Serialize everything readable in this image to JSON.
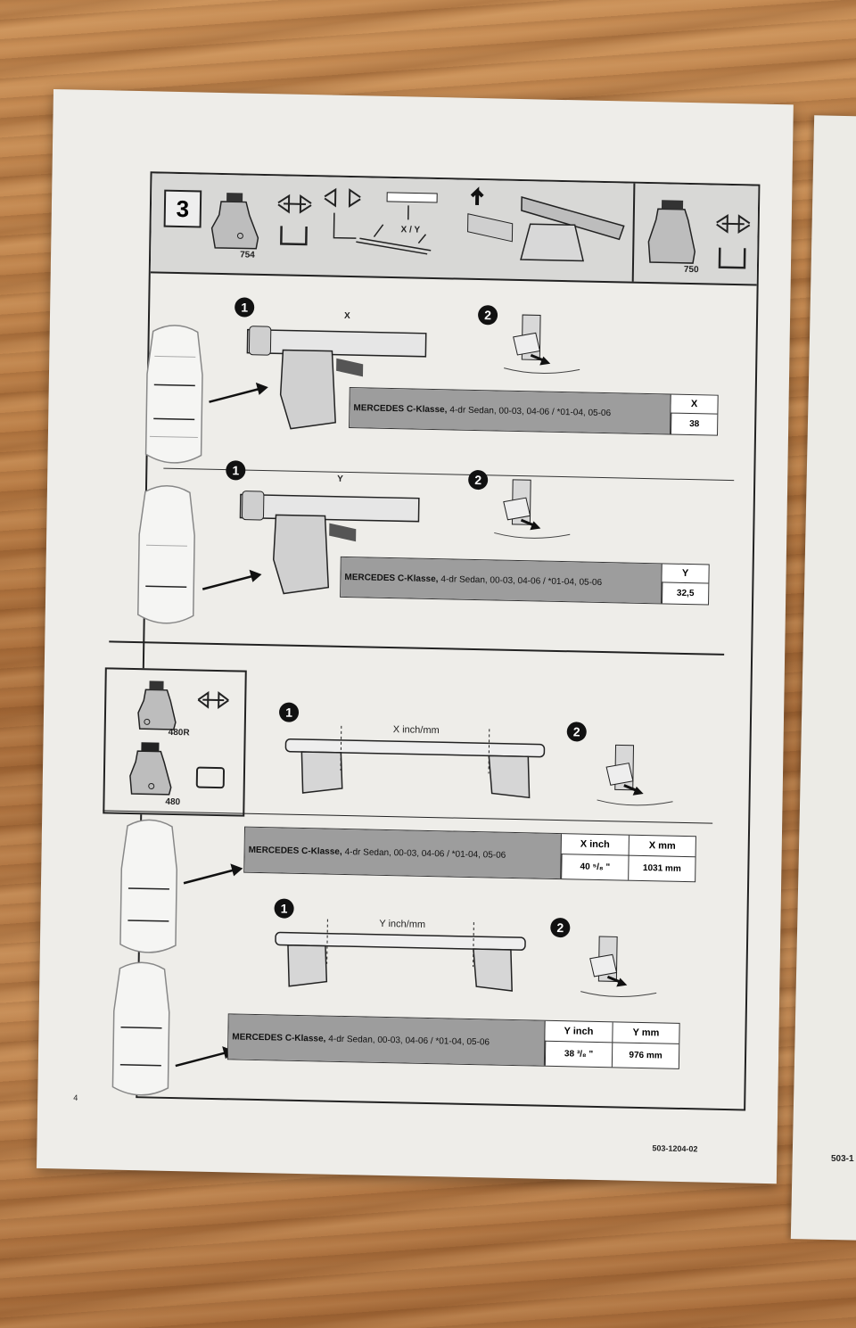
{
  "header": {
    "step": "3",
    "foot_left_label": "754",
    "foot_right_label": "750",
    "xy_label": "X / Y"
  },
  "section_a": {
    "step1": "1",
    "step2": "2",
    "x_marker": "X",
    "y_marker": "Y",
    "row_x": {
      "car_bold": "MERCEDES C-Klasse,",
      "car_rest": "4-dr Sedan, 00-03, 04-06 / *01-04, 05-06",
      "col_header": "X",
      "value": "38"
    },
    "row_y": {
      "car_bold": "MERCEDES C-Klasse,",
      "car_rest": "4-dr Sedan, 00-03, 04-06 / *01-04, 05-06",
      "col_header": "Y",
      "value": "32,5"
    }
  },
  "section_b": {
    "foot_top_label": "480R",
    "foot_bottom_label": "480",
    "step1": "1",
    "step2": "2",
    "x_bar_label": "X inch/mm",
    "y_bar_label": "Y inch/mm",
    "row_x": {
      "car_bold": "MERCEDES C-Klasse,",
      "car_rest": "4-dr Sedan, 00-03, 04-06 / *01-04, 05-06",
      "inch_header": "X inch",
      "mm_header": "X mm",
      "inch_value": "40 ⁵/₈ \"",
      "mm_value": "1031 mm"
    },
    "row_y": {
      "car_bold": "MERCEDES C-Klasse,",
      "car_rest": "4-dr Sedan, 00-03, 04-06 / *01-04, 05-06",
      "inch_header": "Y inch",
      "mm_header": "Y mm",
      "inch_value": "38 ³/₈ \"",
      "mm_value": "976 mm"
    }
  },
  "footer": {
    "page_number": "4",
    "doc_code": "503-1204-02",
    "next_page_code": "503-1"
  }
}
